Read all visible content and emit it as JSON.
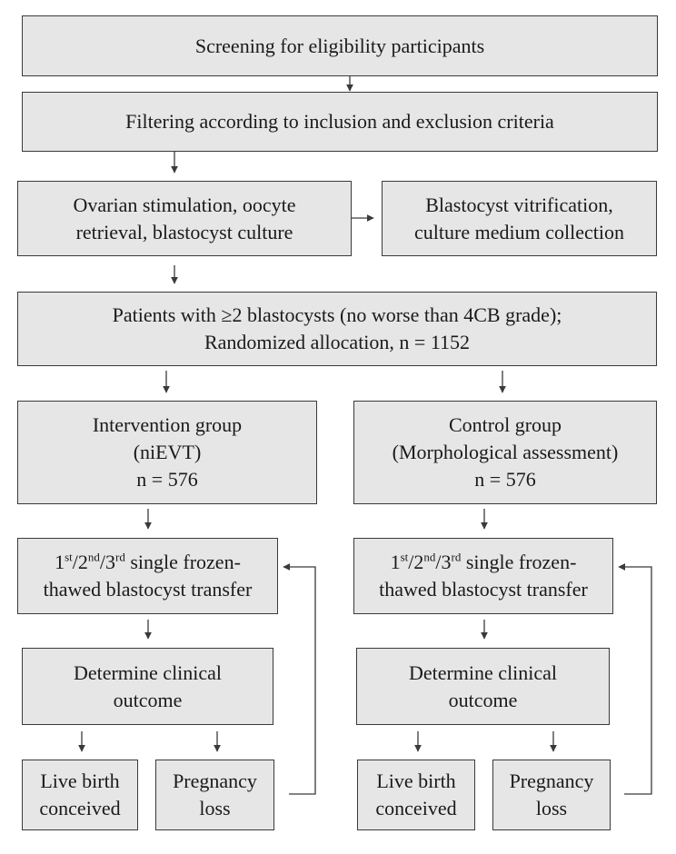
{
  "flowchart": {
    "screening": "Screening for eligibility participants",
    "filtering": "Filtering according to inclusion and exclusion criteria",
    "stimulation": {
      "line1": "Ovarian stimulation, oocyte",
      "line2": "retrieval, blastocyst culture"
    },
    "vitrification": {
      "line1": "Blastocyst vitrification,",
      "line2": "culture medium collection"
    },
    "randomization": {
      "line1": "Patients with ≥2 blastocysts (no worse than 4CB grade);",
      "line2": "Randomized allocation, n = 1152"
    },
    "intervention": {
      "title": "Intervention group",
      "subtitle": "(niEVT)",
      "n": "n = 576",
      "transfer": {
        "ordinal1_num": "1",
        "ordinal1_sup": "st",
        "ordinal2_num": "2",
        "ordinal2_sup": "nd",
        "ordinal3_num": "3",
        "ordinal3_sup": "rd",
        "line1_rest": " single frozen-",
        "line2": "thawed blastocyst transfer"
      },
      "outcome": {
        "line1": "Determine clinical",
        "line2": "outcome"
      },
      "live_birth": {
        "line1": "Live birth",
        "line2": "conceived"
      },
      "pregnancy_loss": {
        "line1": "Pregnancy",
        "line2": "loss"
      }
    },
    "control": {
      "title": "Control group",
      "subtitle": "(Morphological assessment)",
      "n": "n = 576",
      "transfer": {
        "ordinal1_num": "1",
        "ordinal1_sup": "st",
        "ordinal2_num": "2",
        "ordinal2_sup": "nd",
        "ordinal3_num": "3",
        "ordinal3_sup": "rd",
        "line1_rest": " single frozen-",
        "line2": "thawed blastocyst transfer"
      },
      "outcome": {
        "line1": "Determine clinical",
        "line2": "outcome"
      },
      "live_birth": {
        "line1": "Live birth",
        "line2": "conceived"
      },
      "pregnancy_loss": {
        "line1": "Pregnancy",
        "line2": "loss"
      }
    }
  }
}
